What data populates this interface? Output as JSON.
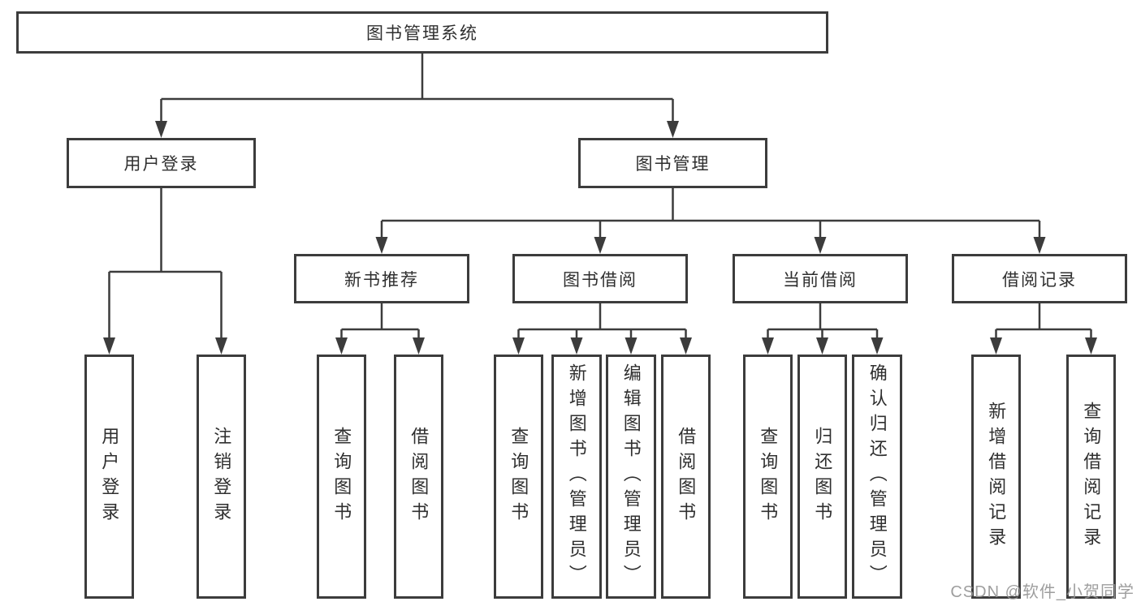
{
  "diagram": {
    "title": "图书管理系统",
    "type": "hierarchy-tree",
    "colors": {
      "line": "#3c3c3c",
      "border": "#3c3c3c",
      "text": "#2f2f2f",
      "background": "#ffffff",
      "watermark": "#949494"
    }
  },
  "nodes": {
    "root": "图书管理系统",
    "user_login": "用户登录",
    "book_mgmt": "图书管理",
    "new_book_rec": "新书推荐",
    "book_borrow": "图书借阅",
    "current_borrow": "当前借阅",
    "borrow_records": "借阅记录",
    "ul_login": "用户登录",
    "ul_logout": "注销登录",
    "nbr_query": "查询图书",
    "nbr_borrow": "借阅图书",
    "bb_query": "查询图书",
    "bb_add": "新增图书（管理员）",
    "bb_edit": "编辑图书（管理员）",
    "bb_borrow": "借阅图书",
    "cb_query": "查询图书",
    "cb_return": "归还图书",
    "cb_confirm": "确认归还（管理员）",
    "br_add": "新增借阅记录",
    "br_query": "查询借阅记录"
  },
  "watermark": "CSDN @软件_小贺同学"
}
